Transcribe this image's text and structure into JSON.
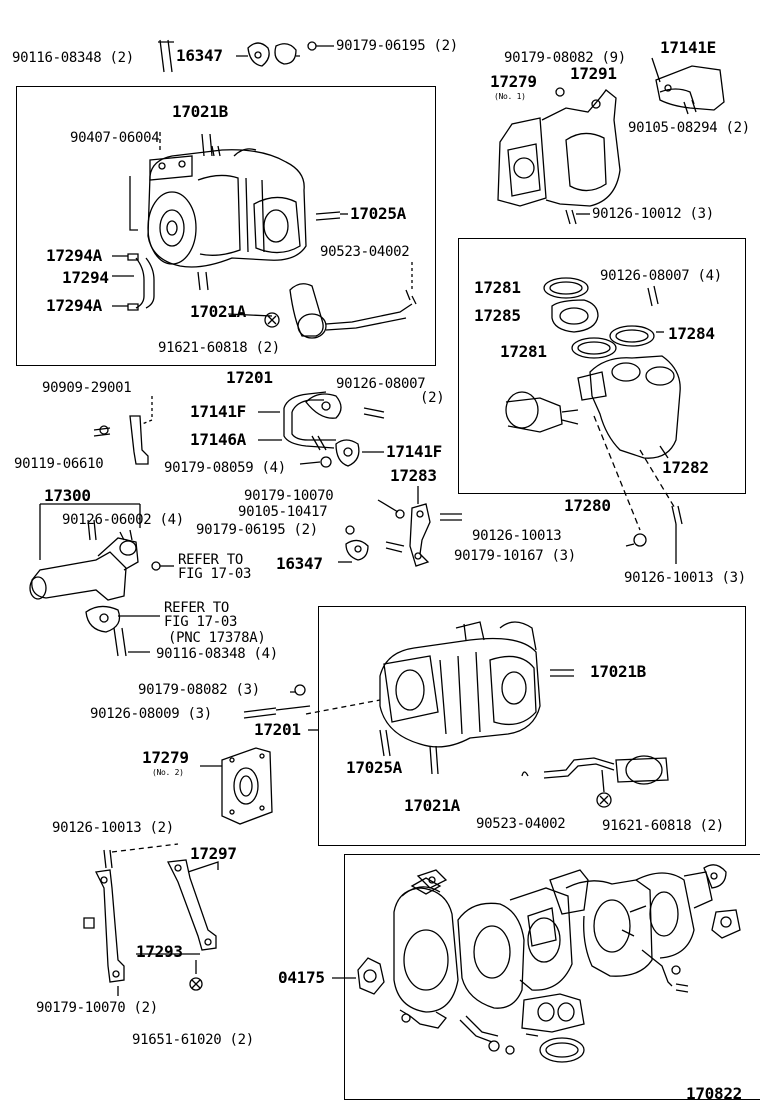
{
  "labels": {
    "l_90116_08348_a": "90116-08348 (2)",
    "l_16347_a": "16347",
    "l_90179_06195_a": "90179-06195 (2)",
    "l_17021b_a": "17021B",
    "l_90407_06004": "90407-06004",
    "l_17025a_a": "17025A",
    "l_90523_04002_a": "90523-04002",
    "l_17294a_1": "17294A",
    "l_17294": "17294",
    "l_17294a_2": "17294A",
    "l_17021a_a": "17021A",
    "l_91621_60818_a": "91621-60818 (2)",
    "l_90179_08082_a": "90179-08082 (9)",
    "l_17279_a": "17279",
    "l_no1": "(No. 1)",
    "l_17291": "17291",
    "l_17141e": "17141E",
    "l_90105_08294": "90105-08294 (2)",
    "l_90126_10012": "90126-10012 (3)",
    "l_17201_a": "17201",
    "l_90909_29001": "90909-29001",
    "l_90119_06610": "90119-06610",
    "l_17141f_a": "17141F",
    "l_90126_08007_a": "90126-08007",
    "l_2_a": "(2)",
    "l_17146a": "17146A",
    "l_17141f_b": "17141F",
    "l_90179_08059": "90179-08059 (4)",
    "l_17281_a": "17281",
    "l_90126_08007_b": "90126-08007 (4)",
    "l_17285": "17285",
    "l_17284": "17284",
    "l_17281_b": "17281",
    "l_17282": "17282",
    "l_17280": "17280",
    "l_17283": "17283",
    "l_17300": "17300",
    "l_90126_06002": "90126-06002 (4)",
    "l_90179_10070_a": "90179-10070",
    "l_90105_10417": "90105-10417",
    "l_90179_06195_b": "90179-06195 (2)",
    "l_refer1": "REFER TO",
    "l_fig1": "FIG 17-03",
    "l_90126_10013_a": "90126-10013",
    "l_90179_10167": "90179-10167 (3)",
    "l_16347_b": "16347",
    "l_90126_10013_b": "90126-10013 (3)",
    "l_refer2": "REFER TO",
    "l_fig2": "FIG 17-03",
    "l_pnc": "(PNC 17378A)",
    "l_90116_08348_b": "90116-08348 (4)",
    "l_17021b_b": "17021B",
    "l_90179_08082_b": "90179-08082 (3)",
    "l_90126_08009": "90126-08009 (3)",
    "l_17201_b": "17201",
    "l_17279_b": "17279",
    "l_no2": "(No. 2)",
    "l_17025a_b": "17025A",
    "l_17021a_b": "17021A",
    "l_90523_04002_b": "90523-04002",
    "l_91621_60818_b": "91621-60818 (2)",
    "l_90126_10013_c": "90126-10013 (2)",
    "l_17297": "17297",
    "l_17293": "17293",
    "l_90179_10070_b": "90179-10070 (2)",
    "l_91651_61020": "91651-61020 (2)",
    "l_04175": "04175",
    "l_170822": "170822"
  }
}
